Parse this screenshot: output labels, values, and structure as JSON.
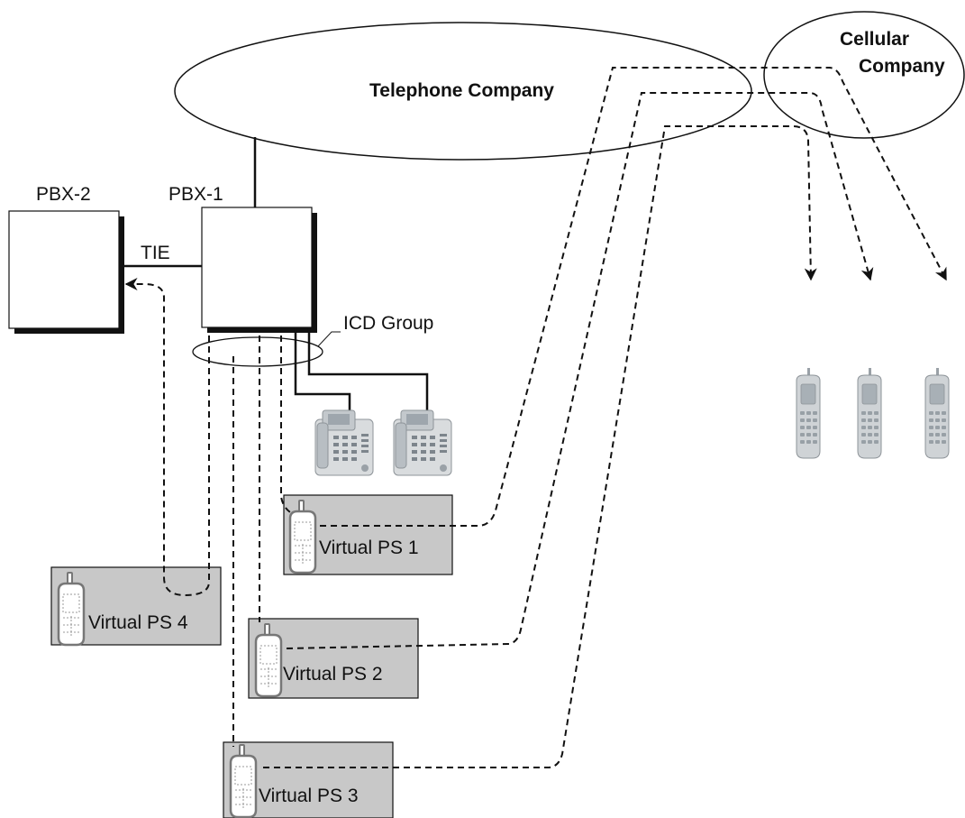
{
  "networks": {
    "telephone_company": "Telephone Company",
    "cellular_company_line1": "Cellular",
    "cellular_company_line2": "Company"
  },
  "pbx": {
    "pbx1": "PBX-1",
    "pbx2": "PBX-2",
    "tie": "TIE"
  },
  "icd_group": "ICD Group",
  "virtual_ps": {
    "ps1": "Virtual PS 1",
    "ps2": "Virtual PS 2",
    "ps3": "Virtual PS 3",
    "ps4": "Virtual PS 4"
  },
  "colors": {
    "box_fill": "#c8c8c8",
    "line": "#111111",
    "phone_body": "#cfd3d6"
  }
}
